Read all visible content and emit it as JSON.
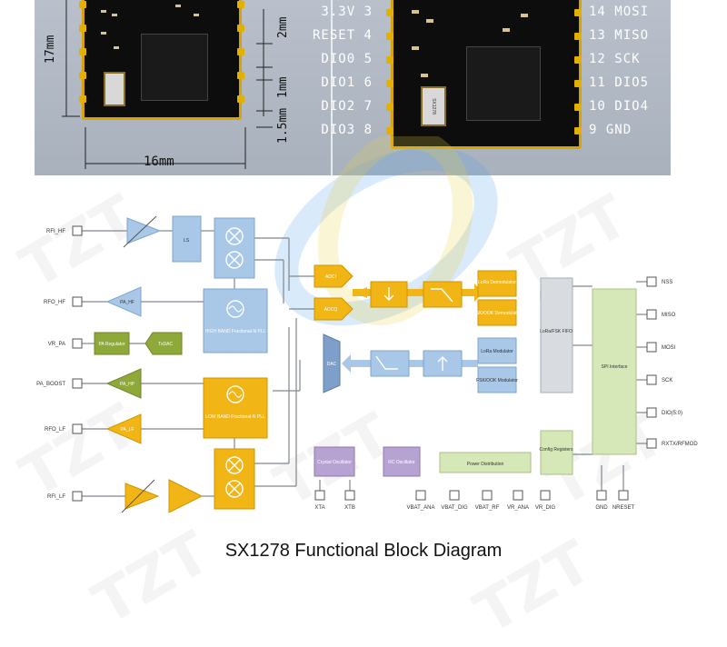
{
  "module_photo": {
    "dimensions": {
      "height": "17mm",
      "width": "16mm",
      "pitch": "2mm",
      "pad_width": "1mm",
      "edge": "1.5mm"
    },
    "left_pins": [
      {
        "name": "3.3V",
        "num": "3"
      },
      {
        "name": "RESET",
        "num": "4"
      },
      {
        "name": "DIO0",
        "num": "5"
      },
      {
        "name": "DIO1",
        "num": "6"
      },
      {
        "name": "DIO2",
        "num": "7"
      },
      {
        "name": "DIO3",
        "num": "8"
      }
    ],
    "right_pins": [
      {
        "num": "14",
        "name": "MOSI"
      },
      {
        "num": "13",
        "name": "MISO"
      },
      {
        "num": "12",
        "name": "SCK"
      },
      {
        "num": "11",
        "name": "DIO5"
      },
      {
        "num": "10",
        "name": "DIO4"
      },
      {
        "num": "9",
        "name": "GND"
      }
    ],
    "crystal_marking": "SX1278"
  },
  "diagram": {
    "left_pins": [
      "RFI_HF",
      "RFO_HF",
      "VR_PA",
      "PA_BOOST",
      "RFO_LF",
      "RFI_LF"
    ],
    "right_pins": [
      "NSS",
      "MISO",
      "MOSI",
      "SCK",
      "DIO(5:0)",
      "RXTX/RFMOD"
    ],
    "bottom_pins": [
      "XTA",
      "XTB",
      "VBAT_ANA",
      "VBAT_DIG",
      "VBAT_RF",
      "VR_ANA",
      "VR_DIG",
      "GND",
      "NRESET"
    ],
    "blocks": {
      "lna_hf": "LS",
      "pa_hf": "PA_HF",
      "pa_regulator": "PA Regulator",
      "txdac": "TxDAC",
      "pa_hp": "PA_HP",
      "pa_lf": "PA_LF",
      "pll_hf": "HIGH BAND Fractional-N PLL",
      "pll_lf": "LOW BAND Fractional-N PLL",
      "adc_i": "ADCI",
      "adc_q": "ADCQ",
      "lora_demod": "LoRa Demodulator",
      "fsk_demod": "FSK/OOK Demodulator",
      "lora_mod": "LoRa Modulator",
      "fsk_mod": "FSK/OOK Modulator",
      "fifo": "LoRa/FSK FIFO",
      "spi": "SPI Interface",
      "config": "Config Registers",
      "dac": "DAC",
      "crystal_osc": "Crystal Oscillator",
      "rc_osc": "RC Oscillator",
      "power": "Power Distribution"
    },
    "colors": {
      "blue_block": "#a9c7e6",
      "orange_block": "#f2b516",
      "green_block": "#8fa83a",
      "purple_block": "#b7a3d2",
      "spi_green": "#d6e8b8",
      "fifo_gray": "#d8dce0"
    }
  },
  "caption": "SX1278 Functional Block Diagram",
  "watermark": "TZT"
}
